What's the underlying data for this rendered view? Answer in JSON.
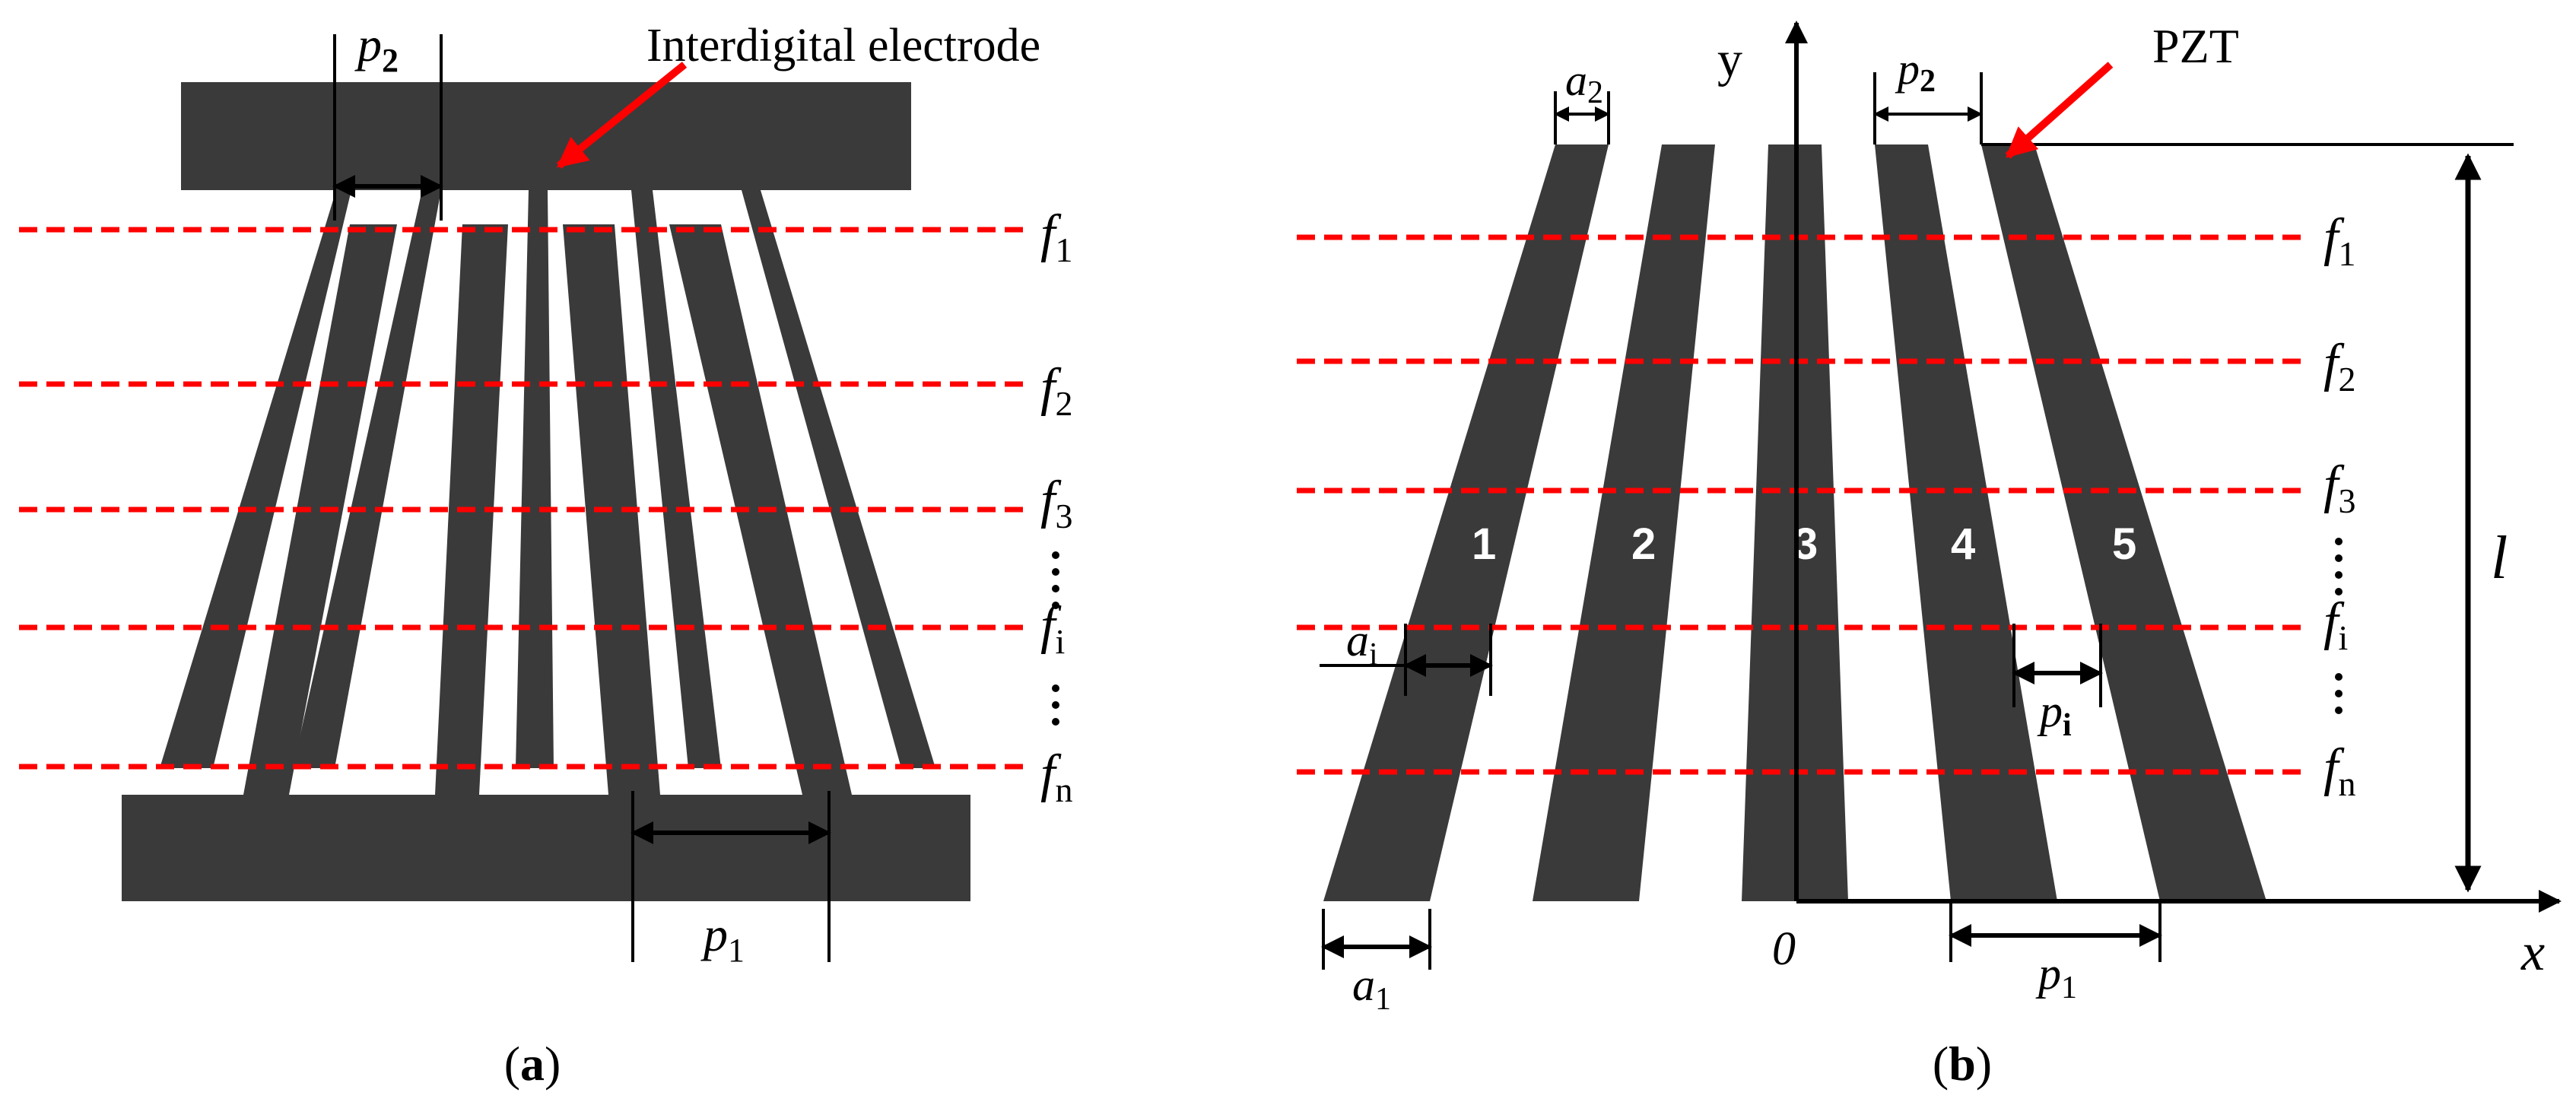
{
  "colors": {
    "electrode": "#3a3a3a",
    "dashed_line": "#ff0000",
    "arrow_red": "#ff0000",
    "ink": "#000000",
    "finger_label": "#ffffff"
  },
  "panel_a": {
    "caption_open": "(",
    "caption_letter": "a",
    "caption_close": ")",
    "label_interdigital": "Interdigital electrode",
    "p2": {
      "base": "p",
      "sub": "2"
    },
    "p1": {
      "base": "p",
      "sub": "1"
    },
    "freqs": [
      {
        "base": "f",
        "sub": "1"
      },
      {
        "base": "f",
        "sub": "2"
      },
      {
        "base": "f",
        "sub": "3"
      },
      {
        "base": "f",
        "sub": "i"
      },
      {
        "base": "f",
        "sub": "n"
      }
    ]
  },
  "panel_b": {
    "caption_open": "(",
    "caption_letter": "b",
    "caption_close": ")",
    "label_pzt": "PZT",
    "axis_y": "y",
    "axis_x": "x",
    "origin": "0",
    "length": "l",
    "a2": {
      "base": "a",
      "sub": "2"
    },
    "p2": {
      "base": "p",
      "sub": "2"
    },
    "a1": {
      "base": "a",
      "sub": "1"
    },
    "p1": {
      "base": "p",
      "sub": "1"
    },
    "ai": {
      "base": "a",
      "sub": "i"
    },
    "pi": {
      "base": "p",
      "sub": "i"
    },
    "finger_numbers": [
      "1",
      "2",
      "3",
      "4",
      "5"
    ],
    "freqs": [
      {
        "base": "f",
        "sub": "1"
      },
      {
        "base": "f",
        "sub": "2"
      },
      {
        "base": "f",
        "sub": "3"
      },
      {
        "base": "f",
        "sub": "i"
      },
      {
        "base": "f",
        "sub": "n"
      }
    ]
  }
}
